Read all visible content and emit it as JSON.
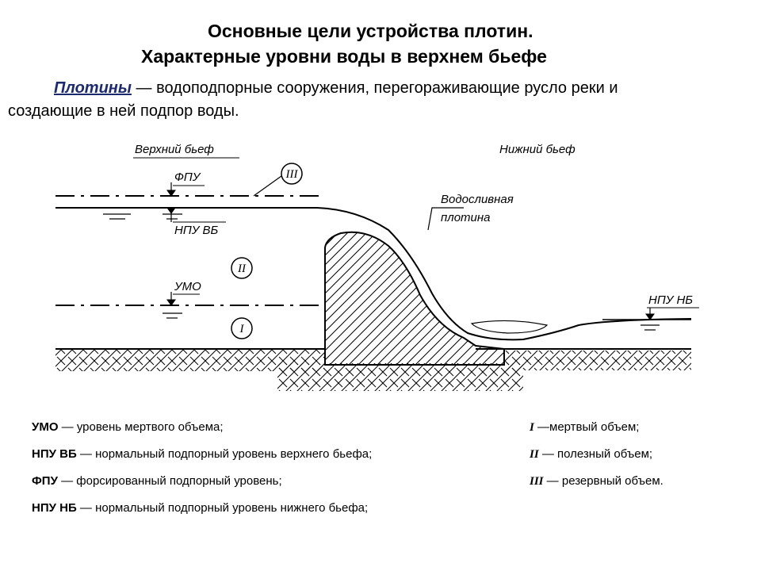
{
  "title": {
    "line1": "Основные цели устройства плотин.",
    "line2": "Характерные уровни воды в верхнем бьефе"
  },
  "intro": {
    "term": "Плотины",
    "text_line1": " — водоподпорные сооружения, перегораживающие русло реки и",
    "text_line2": "создающие в ней подпор воды."
  },
  "diagram": {
    "upper_pool_label": "Верхний бьеф",
    "lower_pool_label": "Нижний бьеф",
    "fpu_label": "ФПУ",
    "npu_vb_label": "НПУ ВБ",
    "umo_label": "УМО",
    "npu_nb_label": "НПУ НБ",
    "spillway_dam_line1": "Водосливная",
    "spillway_dam_line2": "плотина",
    "zone_1": "I",
    "zone_2": "II",
    "zone_3": "III"
  },
  "legend": {
    "left": [
      {
        "abbr": "УМО",
        "text": " — уровень мертвого объема;"
      },
      {
        "abbr": "НПУ ВБ",
        "text": " — нормальный подпорный уровень верхнего бьефа;"
      },
      {
        "abbr": "ФПУ",
        "text": " — форсированный подпорный уровень;"
      },
      {
        "abbr": "НПУ НБ",
        "text": " — нормальный подпорный уровень нижнего бьефа;"
      }
    ],
    "right": [
      {
        "abbr": "I",
        "text": " —мертвый объем;"
      },
      {
        "abbr": "II",
        "text": " — полезный объем;"
      },
      {
        "abbr": "III",
        "text": " — резервный объем."
      }
    ]
  }
}
